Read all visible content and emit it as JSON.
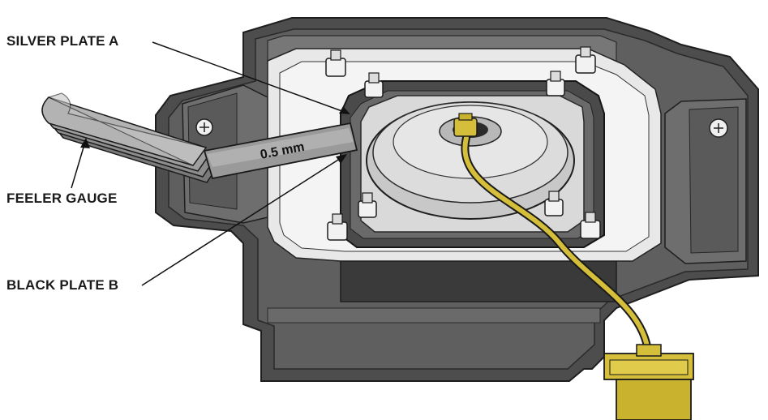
{
  "labels": {
    "silver_plate": "SILVER PLATE A",
    "feeler_gauge": "FEELER GAUGE",
    "black_plate": "BLACK PLATE B",
    "gauge_thickness": "0.5 mm"
  },
  "colors": {
    "housing_dark": "#4a4a4a",
    "housing_mid": "#6b6b6b",
    "plate_light": "#e6e6e6",
    "plate_dark": "#3d3d3d",
    "disc_light": "#d4d4d4",
    "wire_yellow": "#d4be3a",
    "connector_yellow": "#c9b22e",
    "gauge_gray": "#8a8a8a"
  }
}
